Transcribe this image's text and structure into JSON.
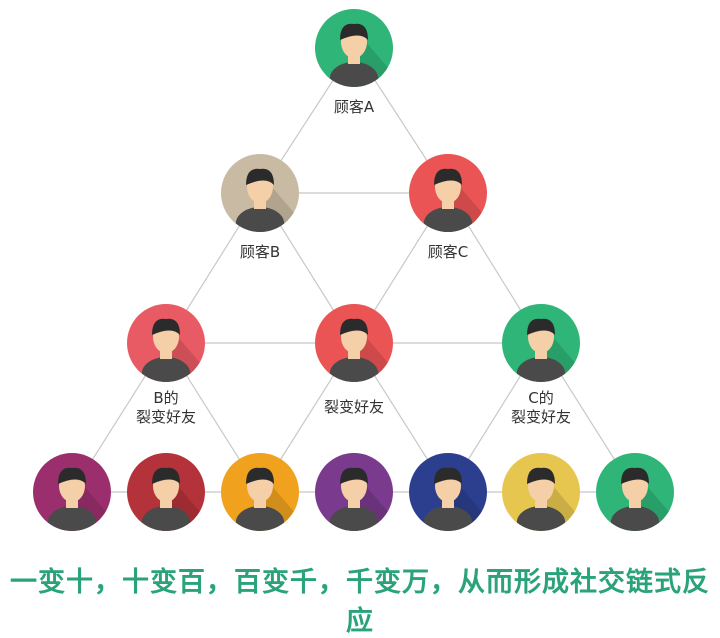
{
  "nodes": [
    {
      "id": "customer-a",
      "color": "#2eb577",
      "label_lines": [
        "顾客A"
      ]
    },
    {
      "id": "customer-b",
      "color": "#c9bba3",
      "label_lines": [
        "顾客B"
      ]
    },
    {
      "id": "customer-c",
      "color": "#ea5455",
      "label_lines": [
        "顾客C"
      ]
    },
    {
      "id": "b-friend",
      "color": "#e95b64",
      "label_lines": [
        "B的",
        "裂变好友"
      ]
    },
    {
      "id": "center-friend",
      "color": "#ea5455",
      "label_lines": [
        "裂变好友"
      ]
    },
    {
      "id": "c-friend",
      "color": "#2eb577",
      "label_lines": [
        "C的",
        "裂变好友"
      ]
    },
    {
      "id": "bottom-1",
      "color": "#9b2f6e",
      "label_lines": []
    },
    {
      "id": "bottom-2",
      "color": "#b4323a",
      "label_lines": []
    },
    {
      "id": "bottom-3",
      "color": "#f0a21e",
      "label_lines": []
    },
    {
      "id": "bottom-4",
      "color": "#7a3a8e",
      "label_lines": []
    },
    {
      "id": "bottom-5",
      "color": "#2c3f8f",
      "label_lines": []
    },
    {
      "id": "bottom-6",
      "color": "#e6c64f",
      "label_lines": []
    },
    {
      "id": "bottom-7",
      "color": "#2eb577",
      "label_lines": []
    }
  ],
  "caption": "一变十，十变百，百变千，千变万，从而形成社交链式反应",
  "line_color": "#c8c8c8"
}
